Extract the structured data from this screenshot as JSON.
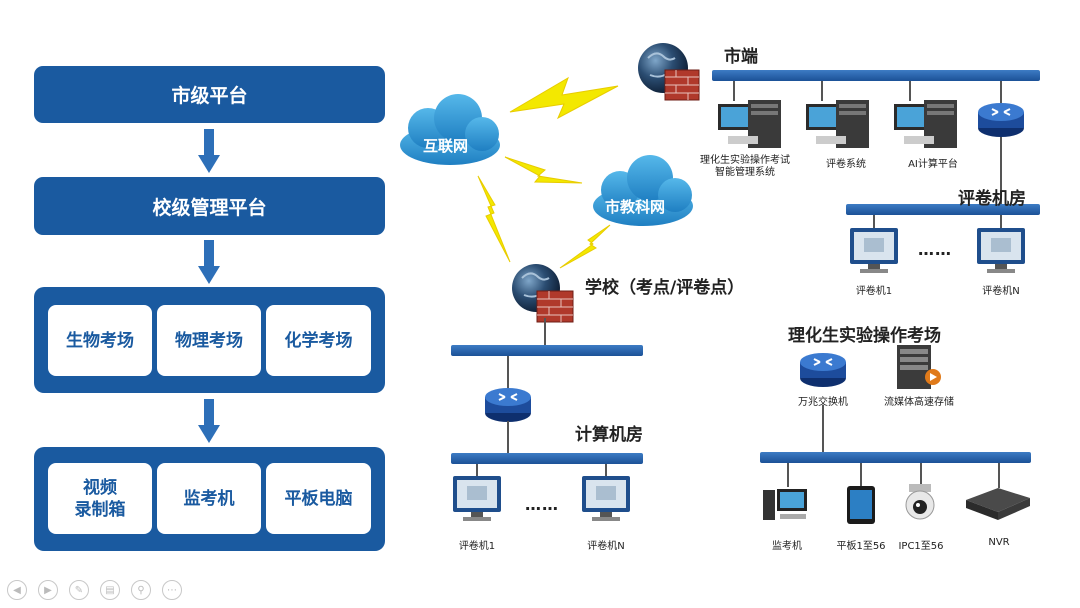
{
  "left": {
    "city_platform": "市级平台",
    "school_platform": "校级管理平台",
    "exam_rooms": [
      "生物考场",
      "物理考场",
      "化学考场"
    ],
    "devices": [
      "视频\n录制箱",
      "监考机",
      "平板电脑"
    ]
  },
  "network": {
    "city_label": "市端",
    "internet_label": "互联网",
    "edu_net_label": "市教科网",
    "school_label": "学校（考点/评卷点）",
    "city_servers": [
      "理化生实验操作考试\n智能管理系统",
      "评卷系统",
      "AI计算平台"
    ],
    "review_room_label": "评卷机房",
    "review_pcs": [
      "评卷机1",
      "评卷机N"
    ],
    "computer_room_label": "计算机房",
    "computer_pcs": [
      "评卷机1",
      "评卷机N"
    ],
    "lab_room_label": "理化生实验操作考场",
    "lab_switch_label": "万兆交换机",
    "lab_storage_label": "流媒体高速存储",
    "lab_devices": [
      "监考机",
      "平板1至56",
      "IPC1至56",
      "NVR"
    ],
    "ellipsis": "……"
  },
  "colors": {
    "primary_blue": "#1a5aa0",
    "line_blue": "#2d68b0",
    "cloud_blue": "#2f9ad6",
    "lightning": "#f2e600"
  },
  "nav_icons": [
    "prev-icon",
    "next-icon",
    "pen-icon",
    "slides-icon",
    "zoom-icon",
    "more-icon"
  ]
}
